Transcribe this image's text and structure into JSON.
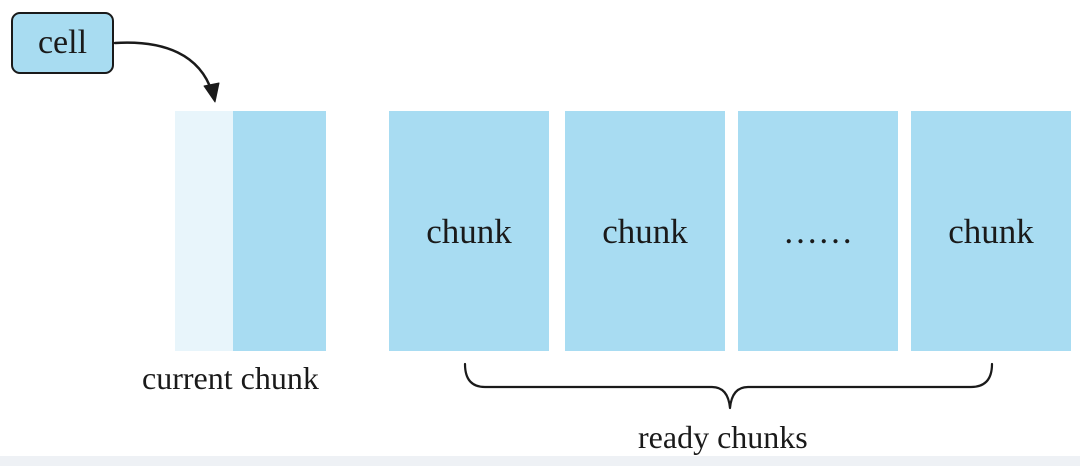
{
  "cell": {
    "label": "cell"
  },
  "current_chunk": {
    "label": "current chunk"
  },
  "ready_chunks": {
    "label": "ready chunks",
    "items": [
      "chunk",
      "chunk",
      "……",
      "chunk"
    ]
  },
  "colors": {
    "chunk_fill": "#a8dcf2",
    "filled_portion": "#a8dcf2",
    "empty_portion": "#e8f5fb",
    "cell_fill": "#a8dcf1",
    "stroke": "#1a1a1a"
  }
}
